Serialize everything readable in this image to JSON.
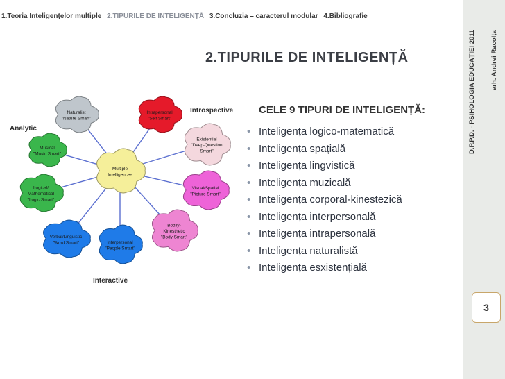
{
  "nav": {
    "items": [
      {
        "label": "1.Teoria  Inteligențelor  multiple",
        "active": false
      },
      {
        "label": "2.TIPURILE DE INTELIGENȚĂ",
        "active": true
      },
      {
        "label": "3.Concluzia – caracterul modular",
        "active": false
      },
      {
        "label": "4.Bibliografie",
        "active": false
      }
    ]
  },
  "sidebar": {
    "course": "D.P.P.D. - PSIHOLOGIA EDUCAȚIEI 2011",
    "author": "arh. Andrei Racolța"
  },
  "slide": {
    "title": "2.TIPURILE DE INTELIGENȚĂ",
    "page_number": "3"
  },
  "diagram": {
    "center": {
      "lines": [
        "Multiple",
        "Intelligences"
      ],
      "color": "#f5ef9a"
    },
    "nodes": [
      {
        "id": "naturalist",
        "lines": [
          "Naturalist",
          "\"Nature Smart\""
        ],
        "color": "#bfc6cc"
      },
      {
        "id": "intrapersonal",
        "lines": [
          "Intrapersonal",
          "\"Self Smart\""
        ],
        "color": "#e51a2a"
      },
      {
        "id": "existential",
        "lines": [
          "Existential",
          "\"Deep-Question",
          "Smart\""
        ],
        "color": "#f4d8de"
      },
      {
        "id": "visual",
        "lines": [
          "Visual/Spatial",
          "\"Picture Smart\""
        ],
        "color": "#ee63d8"
      },
      {
        "id": "bodily",
        "lines": [
          "Bodily-",
          "Kinesthetic",
          "\"Body Smart\""
        ],
        "color": "#ee85d2"
      },
      {
        "id": "interpersonal",
        "lines": [
          "Interpersonal",
          "\"People Smart\""
        ],
        "color": "#1f7be8"
      },
      {
        "id": "verbal",
        "lines": [
          "Verbal/Linguistic",
          "\"Word Smart\""
        ],
        "color": "#1f7be8"
      },
      {
        "id": "logical",
        "lines": [
          "Logical/",
          "Mathematical",
          "\"Logic Smart\""
        ],
        "color": "#3ab64c"
      },
      {
        "id": "musical",
        "lines": [
          "Musical",
          "\"Music Smart\""
        ],
        "color": "#3ab64c"
      }
    ],
    "labels": {
      "analytic": "Analytic",
      "introspective": "Introspective",
      "interactive": "Interactive"
    }
  },
  "content": {
    "heading": "CELE 9 TIPURI DE INTELIGENȚĂ:",
    "items": [
      "Inteligența logico-matematică",
      "Inteligența spațială",
      "Inteligența lingvistică",
      "Inteligența muzicală",
      "Inteligența corporal-kinestezică",
      "Inteligența interpersonală",
      "Inteligența intrapersonală",
      "Inteligența naturalistă",
      "Inteligența esxistențială"
    ]
  }
}
